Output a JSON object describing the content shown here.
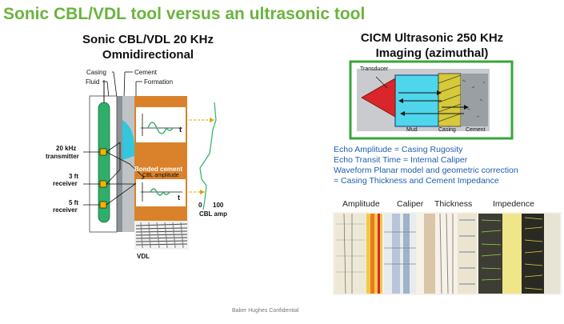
{
  "slide": {
    "title": "Sonic CBL/VDL tool versus an ultrasonic tool",
    "footer": "Baker Hughes Confidential"
  },
  "left": {
    "heading_line1": "Sonic CBL/VDL 20 KHz",
    "heading_line2": "Omnidirectional",
    "labels": {
      "casing": "Casing",
      "fluid": "Fluid",
      "cement": "Cement",
      "formation": "Formation",
      "transmitter_1": "20 kHz",
      "transmitter_2": "transmitter",
      "receiver3_1": "3 ft",
      "receiver3_2": "receiver",
      "receiver5_1": "5 ft",
      "receiver5_2": "receiver",
      "bonded_cement": "Bonded cement",
      "cbl_amplitude": "CBL amplitude",
      "time_axis_1": "t",
      "time_axis_2": "t",
      "scale_zero": "0",
      "scale_hundred": "100",
      "cbl_amp": "CBL amp",
      "vdl": "VDL"
    }
  },
  "right": {
    "heading_line1": "CICM Ultrasonic 250 KHz",
    "heading_line2": "Imaging (azimuthal)",
    "diagram": {
      "transducer": "Transducer",
      "mud": "Mud",
      "casing": "Casing",
      "cement": "Cement"
    },
    "echo_lines": [
      "Echo Amplitude  = Casing Rugosity",
      "Echo Transit Time = Internal Caliper",
      "Waveform Planar model and geometric correction",
      "= Casing Thickness and Cement Impedance"
    ],
    "log_tracks": {
      "amplitude": "Amplitude",
      "caliper": "Caliper",
      "thickness": "Thickness",
      "impedance": "Impedence"
    }
  },
  "colors": {
    "title_green": "#6cb33e",
    "frame_green": "#3aa53a",
    "echo_blue": "#1f5fae",
    "formation_orange": "#d9822b",
    "tool_green": "#2fae6a",
    "transducer_red": "#d8262a",
    "mud_cyan": "#4fd6ec"
  }
}
